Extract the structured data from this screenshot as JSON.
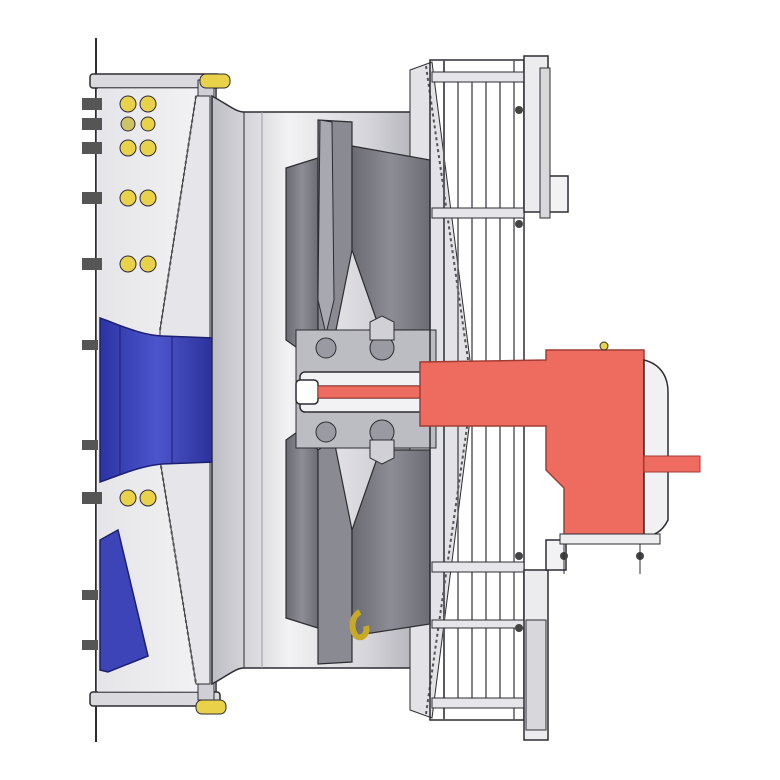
{
  "drawing": {
    "subject": "axial-flow-fan-cross-section",
    "components": [
      {
        "id": "inlet-bell",
        "color": "#3d44b8"
      },
      {
        "id": "inlet-ring-left"
      },
      {
        "id": "fan-casing"
      },
      {
        "id": "diffuser-cone-left"
      },
      {
        "id": "diffuser-cone-right"
      },
      {
        "id": "impeller-blades"
      },
      {
        "id": "hub"
      },
      {
        "id": "shaft"
      },
      {
        "id": "guide-vanes-grille"
      },
      {
        "id": "motor-support-frame"
      },
      {
        "id": "drive-motor",
        "color": "#ee6c5f"
      }
    ],
    "colors": {
      "inlet_bell": "#3d44b8",
      "motor": "#ee6c5f",
      "casing_light": "#e4e4e8",
      "casing_mid": "#c6c6cc",
      "blade": "#7c7c84",
      "outline": "#2c2c33",
      "fastener_yellow": "#e9d24a"
    }
  }
}
